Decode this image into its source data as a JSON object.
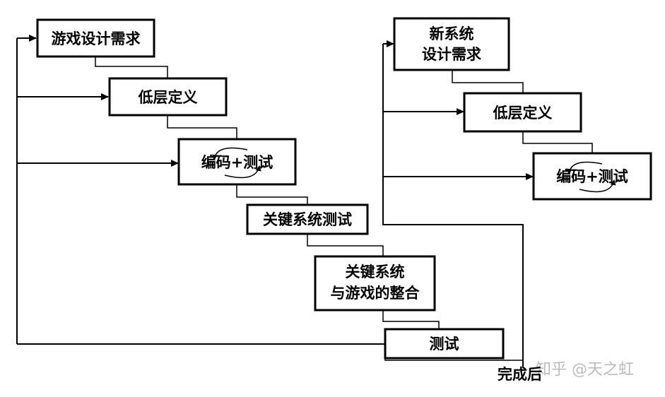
{
  "left_flow": {
    "step1": "游戏设计需求",
    "step2": "低层定义",
    "step3": "编码+测试",
    "step4": "关键系统测试",
    "step5_line1": "关键系统",
    "step5_line2": "与游戏的整合",
    "step6": "测试"
  },
  "right_flow": {
    "step1_line1": "新系统",
    "step1_line2": "设计需求",
    "step2": "低层定义",
    "step3": "编码+测试"
  },
  "done_label": "完成后",
  "watermark": "知乎 @天之虹"
}
